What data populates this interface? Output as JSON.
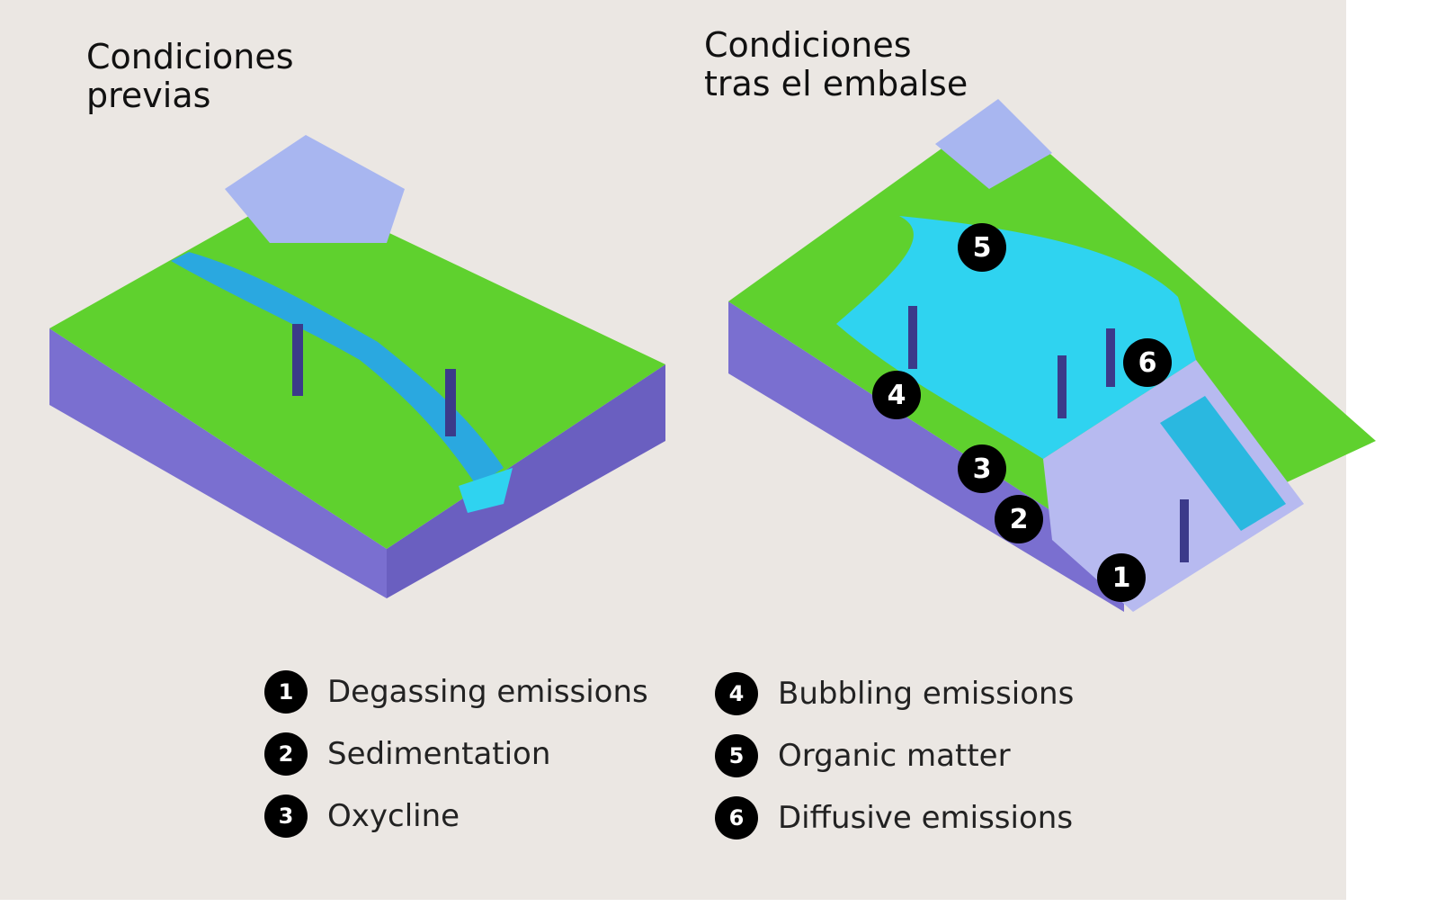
{
  "titles": {
    "before": "Condiciones\nprevias",
    "after": "Condiciones\ntras el embalse"
  },
  "markers": [
    "1",
    "2",
    "3",
    "4",
    "5",
    "6"
  ],
  "legend": [
    {
      "num": "1",
      "label": "Degassing emissions"
    },
    {
      "num": "2",
      "label": "Sedimentation"
    },
    {
      "num": "3",
      "label": "Oxycline"
    },
    {
      "num": "4",
      "label": "Bubbling emissions"
    },
    {
      "num": "5",
      "label": "Organic matter"
    },
    {
      "num": "6",
      "label": "Diffusive emissions"
    }
  ],
  "colors": {
    "background": "#ebe7e3",
    "grass": "#5fd12e",
    "soil": "#7a6fd0",
    "water": "#2fd3f0",
    "marker": "#000000"
  }
}
